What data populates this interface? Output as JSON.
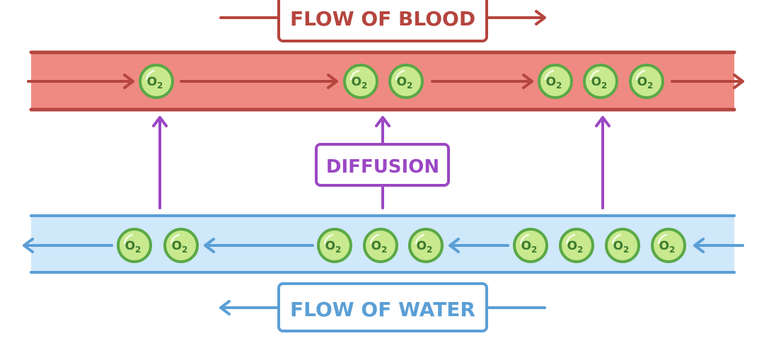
{
  "labels": {
    "blood_flow": "FLOW OF BLOOD",
    "diffusion": "DIFFUSION",
    "water_flow": "FLOW OF WATER",
    "molecule": "O",
    "molecule_subscript": "2"
  },
  "colors": {
    "blood_fill": "#ef8a82",
    "blood_stroke": "#b5453e",
    "water_fill": "#cfe8fa",
    "water_stroke": "#5b9fd6",
    "diffusion": "#9b47c4",
    "o2_fill": "#c8e98d",
    "o2_stroke": "#5aa847",
    "o2_text": "#3d7a2f"
  },
  "blood_vessel": {
    "direction": "right",
    "molecule_groups": [
      1,
      2,
      3
    ]
  },
  "water_channel": {
    "direction": "left",
    "molecule_groups": [
      2,
      3,
      4
    ]
  },
  "diffusion_arrows": 3
}
